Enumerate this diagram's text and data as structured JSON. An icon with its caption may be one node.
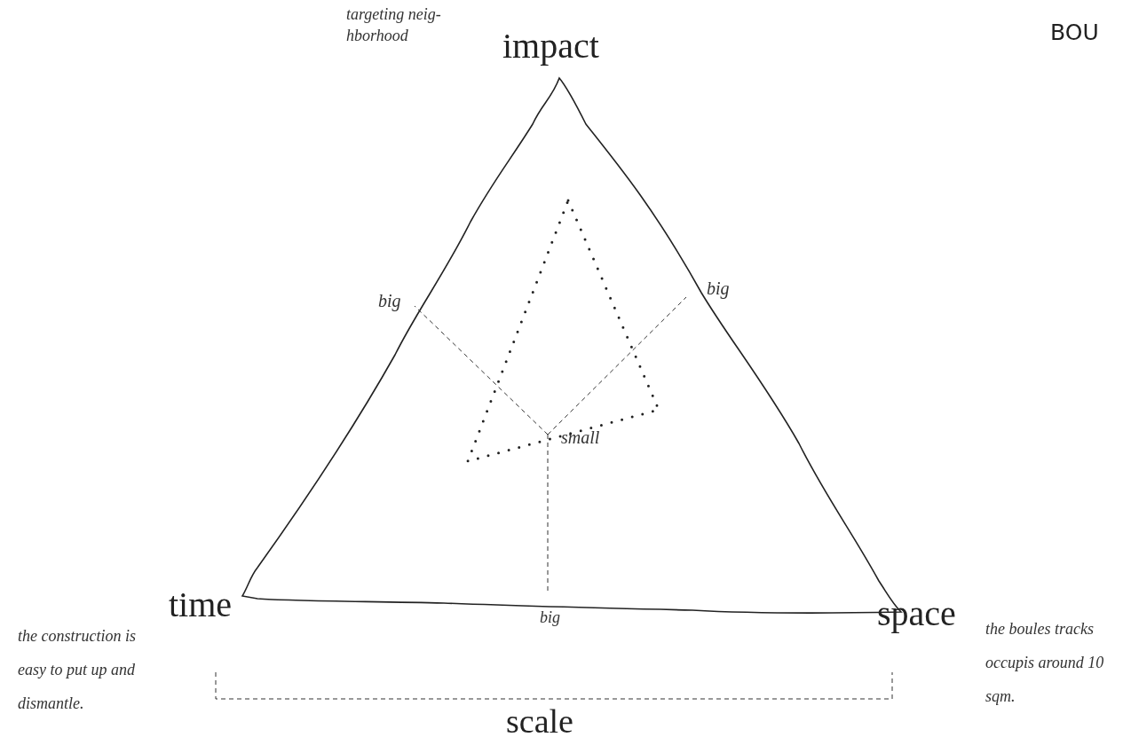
{
  "diagram": {
    "title": "BOU",
    "labels": [
      "targeting neig- hborhood",
      "impact",
      "big",
      "big",
      "small",
      "the construction is easy to put up and dismantle.",
      "time",
      "big",
      "space",
      "the boules tracks occupis around 10 sqm.",
      "scale"
    ]
  }
}
